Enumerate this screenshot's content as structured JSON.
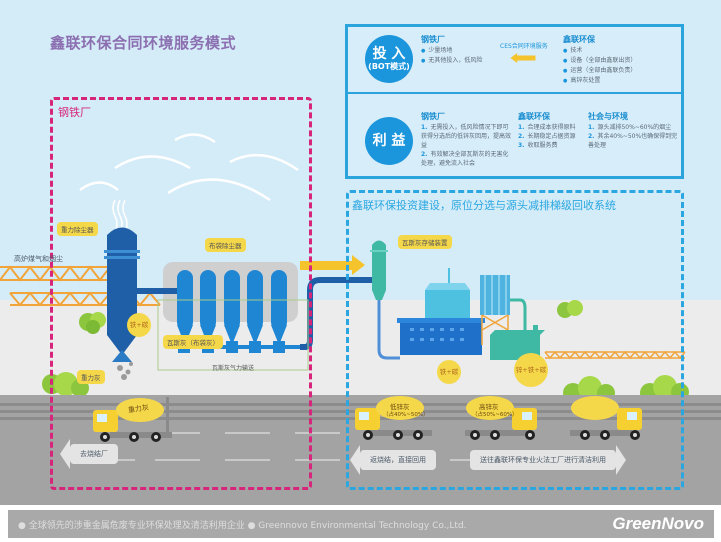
{
  "title": "鑫联环保合同环境服务模式",
  "infobox": {
    "investment": {
      "circle_main": "投 入",
      "circle_sub": "(BOT模式)",
      "steel_plant": {
        "heading": "钢铁厂",
        "items": [
          "少量场地",
          "无其他投入，低风险"
        ]
      },
      "ces_label": "CES合同环境服务",
      "xinlian": {
        "heading": "鑫联环保",
        "items": [
          "技术",
          "设备（全部由鑫联出资）",
          "运营（全部由鑫联负责）",
          "高锌灰处置"
        ]
      }
    },
    "benefits": {
      "circle_main": "利 益",
      "steel_plant": {
        "heading": "钢铁厂",
        "items": [
          {
            "num": "1.",
            "text": "无需投入，低风险情况下即可获得分选后的低锌灰回用，提高效益"
          },
          {
            "num": "2.",
            "text": "有效解决全部瓦斯灰的无害化处理，避免流入社会"
          }
        ]
      },
      "xinlian": {
        "heading": "鑫联环保",
        "items": [
          {
            "num": "1.",
            "text": "合理成本获得原料"
          },
          {
            "num": "2.",
            "text": "长期稳定占据资源"
          },
          {
            "num": "3.",
            "text": "收取服务费"
          }
        ]
      },
      "society": {
        "heading": "社会与环境",
        "items": [
          {
            "num": "1.",
            "text": "源头减排50%~60%的烟尘"
          },
          {
            "num": "2.",
            "text": "其余40%~50%也确保得到完善处理"
          }
        ]
      }
    }
  },
  "zones": {
    "steel_plant_label": "钢铁厂",
    "xinlian_label": "鑫联环保投资建设，原位分选与源头减排梯级回收系统"
  },
  "diagram_labels": {
    "gravity_collector": "重力除尘器",
    "bag_filter": "布袋除尘器",
    "blast_furnace_gas": "高炉煤气和烟尘",
    "iron_carbon_1": "铁+碳",
    "gas_ash_bag": "瓦斯灰（布袋灰）",
    "pneumatic_transport": "瓦斯灰气力输送",
    "gravity_ash": "重力灰",
    "gas_ash_storage": "瓦斯灰存储装置",
    "iron_carbon_2": "铁+碳",
    "zinc_iron_carbon": "锌+铁+碳",
    "truck_gravity_ash": "重力灰",
    "truck_low_zinc": "低锌灰",
    "truck_low_zinc_pct": "（占40%~50%）",
    "truck_high_zinc": "高锌灰",
    "truck_high_zinc_pct": "（占50%~60%）"
  },
  "road_arrows": {
    "to_sinter_plant": "去烧结厂",
    "return_sinter": "返烧结，直接回用",
    "to_xinlian": "送往鑫联环保专业火法工厂进行清洁利用"
  },
  "footer": {
    "text": "● 全球领先的涉重金属危废专业环保处理及清洁利用企业 ● Greennovo Environmental Technology Co.,Ltd.",
    "logo": "GreenNovo"
  },
  "colors": {
    "title": "#8b6fb0",
    "accent_blue": "#1b95dc",
    "steel_zone": "#d6257a",
    "xinlian_zone": "#2aa7e0",
    "label_yellow": "#f5d84a",
    "sky": "#d4ebf8",
    "road": "#a3a3a3"
  }
}
